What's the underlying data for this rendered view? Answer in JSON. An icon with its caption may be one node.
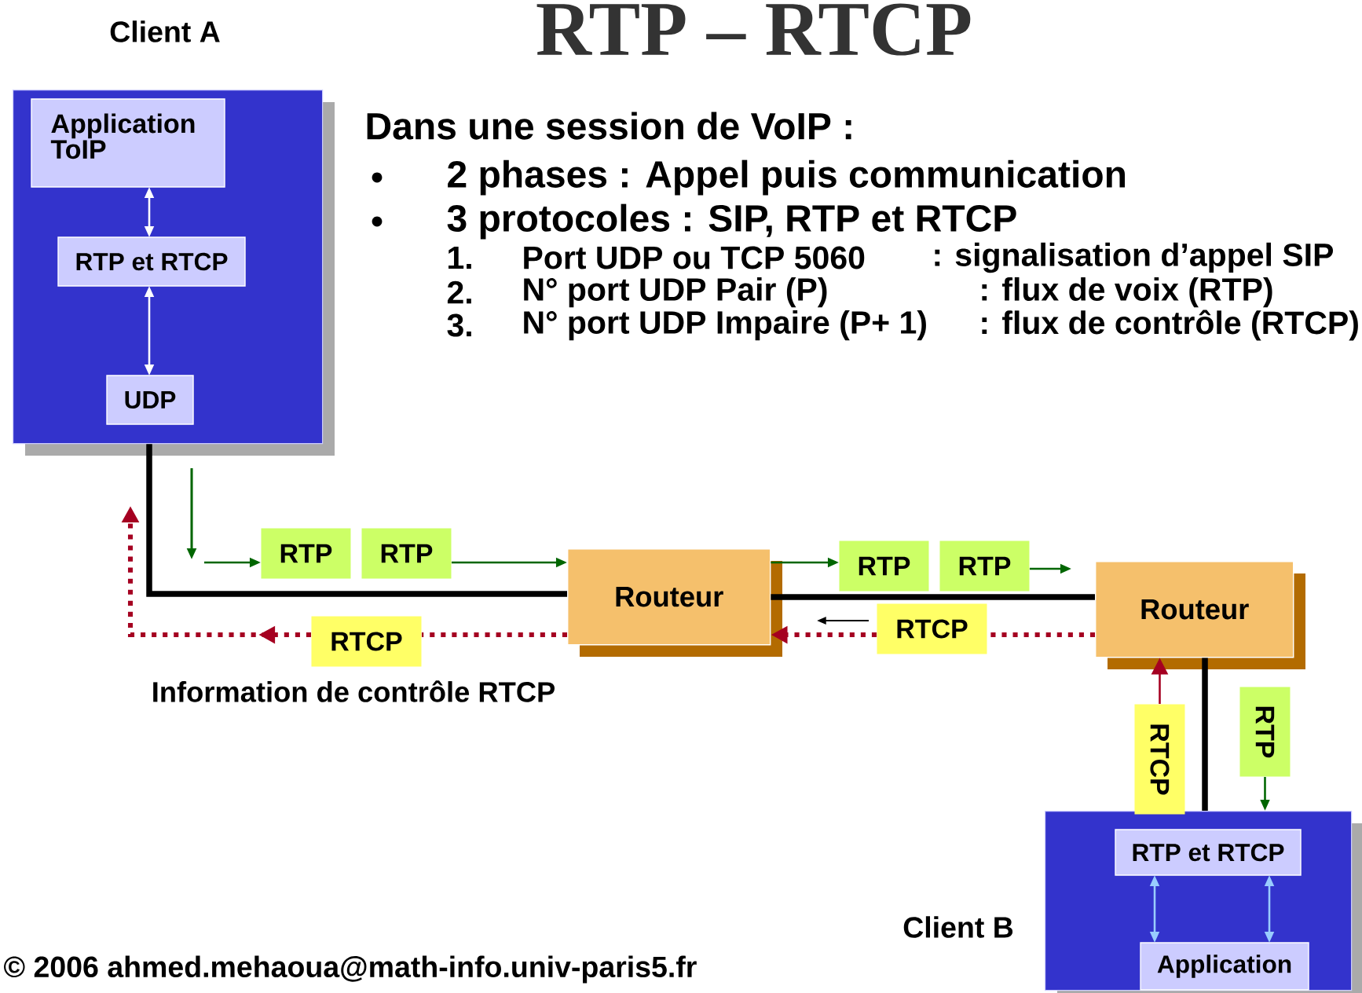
{
  "diagram": {
    "title": "RTP – RTCP",
    "nodes": [
      {
        "text": [
          "Client A"
        ]
      },
      {
        "text": [
          "Application ToIP"
        ],
        "in": 0
      },
      {
        "text": [
          "RTP et RTCP"
        ],
        "in": 0
      },
      {
        "text": [
          "UDP"
        ],
        "in": 0
      },
      {
        "text": [
          "Routeur"
        ]
      },
      {
        "text": [
          "Routeur"
        ]
      },
      {
        "text": [
          "Client B"
        ]
      },
      {
        "text": [
          "RTP et RTCP"
        ],
        "in": 6
      },
      {
        "text": [
          "Application"
        ],
        "in": 6
      },
      {
        "text": [
          "RTP"
        ]
      },
      {
        "text": [
          "RTP"
        ]
      },
      {
        "text": [
          "RTP"
        ]
      },
      {
        "text": [
          "RTP"
        ]
      },
      {
        "text": [
          "RTCP"
        ]
      },
      {
        "text": [
          "RTCP"
        ]
      },
      {
        "text": [
          "RTCP"
        ]
      },
      {
        "text": [
          "RTP"
        ]
      }
    ],
    "edges": [
      {
        "from": 1,
        "to": 2,
        "arrow": "both",
        "color": "#ffffff"
      },
      {
        "from": 2,
        "to": 3,
        "arrow": "both",
        "color": "#ffffff"
      },
      {
        "from": 0,
        "to": 4,
        "arrow": "none",
        "style": "thick",
        "color": "#000000"
      },
      {
        "from": 4,
        "to": 5,
        "arrow": "none",
        "style": "thick",
        "color": "#000000"
      },
      {
        "from": 5,
        "to": 6,
        "arrow": "none",
        "style": "thick",
        "color": "#000000"
      },
      {
        "from": null,
        "to": 9,
        "arrow": "to",
        "color": "#006600"
      },
      {
        "from": 10,
        "to": 4,
        "arrow": "to",
        "color": "#006600"
      },
      {
        "from": 4,
        "to": 11,
        "arrow": "to",
        "color": "#006600"
      },
      {
        "from": 12,
        "to": null,
        "arrow": "to",
        "color": "#006600"
      },
      {
        "from": 5,
        "to": 14,
        "arrow": "none",
        "style": "dashed",
        "color": "#a50021"
      },
      {
        "from": 14,
        "to": 4,
        "arrow": "to",
        "style": "dashed",
        "color": "#a50021"
      },
      {
        "from": 4,
        "to": 13,
        "arrow": "none",
        "style": "dashed",
        "color": "#a50021"
      },
      {
        "from": 13,
        "to": null,
        "arrow": "to",
        "style": "dashed",
        "color": "#a50021"
      },
      {
        "from": 15,
        "to": 5,
        "arrow": "to",
        "color": "#a50021"
      },
      {
        "from": 16,
        "to": 6,
        "arrow": "to",
        "color": "#006600"
      },
      {
        "from": 7,
        "to": 8,
        "arrow": "both",
        "color": "#99ccff"
      },
      {
        "from": 7,
        "to": 8,
        "arrow": "both",
        "color": "#99ccff"
      }
    ],
    "labels": [
      "Dans une session de VoIP :",
      "2 phases : Appel puis communication",
      "3 protocoles : SIP, RTP et RTCP",
      "1.",
      "Port UDP ou TCP 5060",
      ": signalisation d’appel SIP",
      "2.",
      "N° port UDP Pair (P)",
      ": flux de voix (RTP)",
      "3.",
      "N° port UDP Impaire (P+ 1)",
      ": flux de contrôle (RTCP)",
      "Information de contrôle RTCP",
      "© 2006 ahmed.mehaoua@math-info.univ-paris5.fr"
    ]
  }
}
